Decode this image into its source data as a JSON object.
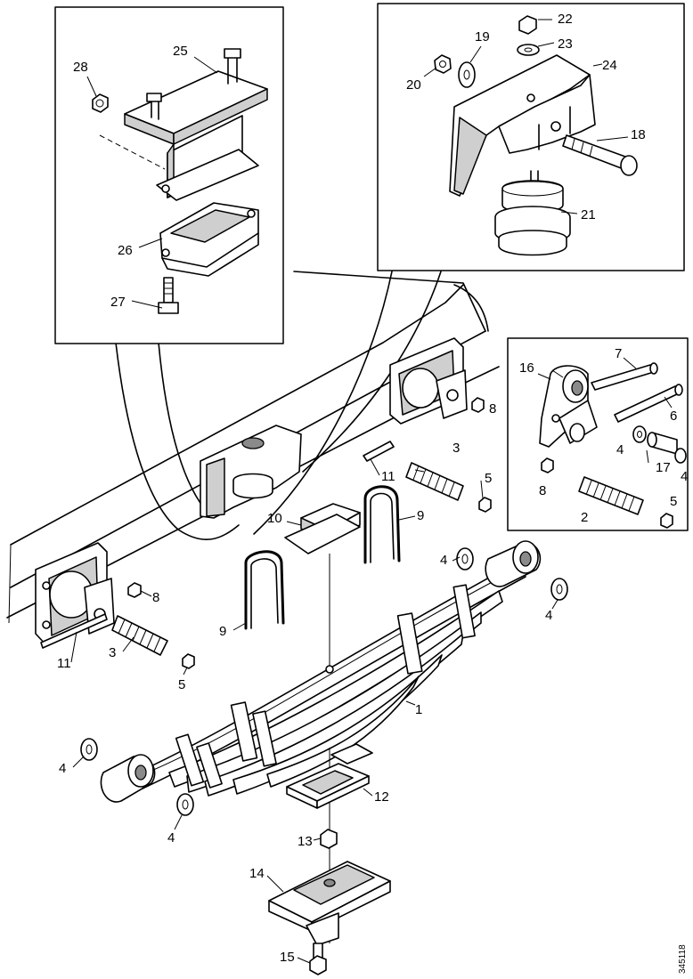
{
  "labels": {
    "l1": "1",
    "l2": "2",
    "l3a": "3",
    "l3b": "3",
    "l4a": "4",
    "l4b": "4",
    "l4c": "4",
    "l4d": "4",
    "l4e": "4",
    "l4f": "4",
    "l5a": "5",
    "l5b": "5",
    "l5c": "5",
    "l6": "6",
    "l7": "7",
    "l8a": "8",
    "l8b": "8",
    "l8c": "8",
    "l9a": "9",
    "l9b": "9",
    "l10": "10",
    "l11a": "11",
    "l11b": "11",
    "l12": "12",
    "l13": "13",
    "l14": "14",
    "l15": "15",
    "l16": "16",
    "l17": "17",
    "l18": "18",
    "l19": "19",
    "l20": "20",
    "l21": "21",
    "l22": "22",
    "l23": "23",
    "l24": "24",
    "l25": "25",
    "l26": "26",
    "l27": "27",
    "l28": "28"
  },
  "drawing_code": "345118"
}
